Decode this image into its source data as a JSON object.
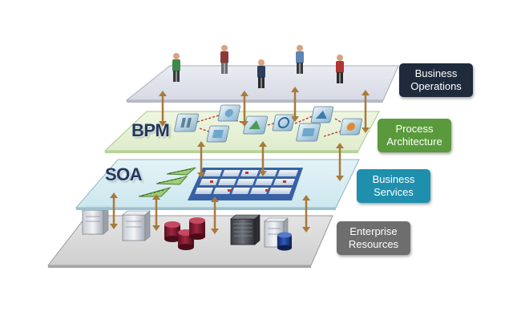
{
  "layers": {
    "operations": {
      "label_line1": "Business",
      "label_line2": "Operations",
      "color": "#1f2b3c"
    },
    "process": {
      "tag": "BPM",
      "label_line1": "Process",
      "label_line2": "Architecture",
      "color": "#5a9a3c"
    },
    "services": {
      "tag": "SOA",
      "label_line1": "Business",
      "label_line2": "Services",
      "color": "#1f8fae"
    },
    "enterprise": {
      "label_line1": "Enterprise",
      "label_line2": "Resources",
      "color": "#6e6e6e"
    }
  },
  "colors": {
    "arrow": "#a87a3a",
    "process_link": "#c0392b",
    "tag_text": "#22385f"
  },
  "icons": {
    "people": "person-icon",
    "process_tasks": "process-task-icon",
    "services": "service-tile-icon",
    "service_connectors": "service-connector-icon",
    "servers": "server-icon",
    "databases": "database-icon"
  }
}
